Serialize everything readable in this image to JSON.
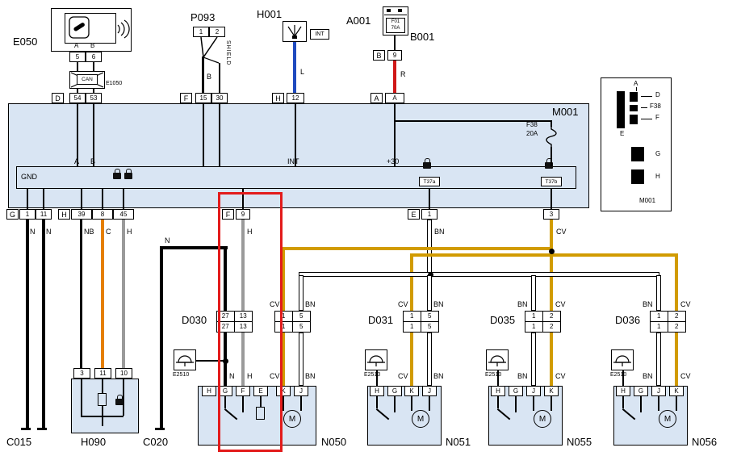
{
  "top": {
    "e050": {
      "label": "E050",
      "a": "A",
      "b": "B",
      "pin5": "5",
      "pin6": "6",
      "can": "CAN",
      "e1050": "E1050"
    },
    "d_conn": {
      "letter": "D",
      "pin54": "54",
      "pin53": "53"
    },
    "p093": {
      "label": "P093",
      "pin1": "1",
      "pin2": "2",
      "shield": "SHIELD",
      "wire_b": "B"
    },
    "f_conn_top": {
      "letter": "F",
      "pin15": "15",
      "pin30": "30"
    },
    "h001": {
      "label": "H001",
      "int": "INT",
      "wire_l": "L"
    },
    "h_conn": {
      "letter": "H",
      "pin12": "12"
    },
    "a001": {
      "label": "A001",
      "fuse1": "F01",
      "fuse2": "70A"
    },
    "b001": {
      "label": "B001"
    },
    "b_conn": {
      "letter": "B",
      "pin9": "9"
    },
    "wire_r": "R",
    "a_conn": {
      "letter": "A",
      "pinA": "A"
    }
  },
  "m001": {
    "label": "M001",
    "gnd": "GND",
    "a": "A",
    "b": "B",
    "int": "INT",
    "plus30": "+30",
    "f38": "F38",
    "f38_amp": "20A",
    "t37a": "T37a",
    "t37b": "T37b",
    "pin3": "3",
    "g_conn": {
      "letter": "G",
      "pin1": "1",
      "pin11": "11"
    },
    "h_conn": {
      "letter": "H",
      "pin39": "39",
      "pin8": "8",
      "pin45": "45"
    },
    "f_conn": {
      "letter": "F",
      "pin9": "9"
    },
    "e_conn": {
      "letter": "E",
      "pin1": "1"
    }
  },
  "legend": {
    "a": "A",
    "d": "D",
    "f38": "F38",
    "f": "F",
    "e": "E",
    "g": "G",
    "h": "H",
    "title": "M001"
  },
  "wires": {
    "n1": "N",
    "n2": "N",
    "nb": "NB",
    "c": "C",
    "h1": "H",
    "h2": "H",
    "bn": "BN",
    "cv": "CV",
    "n_c020": "N",
    "d030_above": {
      "cv": "CV",
      "bn": "BN"
    },
    "d030_below": {
      "n": "N",
      "h": "H",
      "cv": "CV",
      "bn": "BN"
    },
    "d031_above": {
      "cv": "CV",
      "bn": "BN"
    },
    "d031_below": {
      "cv": "CV",
      "bn": "BN"
    },
    "d035_above": {
      "bn": "BN",
      "cv": "CV"
    },
    "d035_below": {
      "bn": "BN",
      "cv": "CV"
    },
    "d036_above": {
      "bn": "BN",
      "cv": "CV"
    },
    "d036_below": {
      "bn": "BN",
      "cv": "CV"
    }
  },
  "bottom": {
    "c015": "C015",
    "h090": {
      "label": "H090",
      "pin3": "3",
      "pin11": "11",
      "pin10": "10"
    },
    "c020": "C020",
    "e2510": "E2510",
    "d030": {
      "label": "D030",
      "l": [
        [
          "27",
          "13"
        ],
        [
          "27",
          "13"
        ]
      ],
      "r": [
        [
          "1",
          "5"
        ],
        [
          "1",
          "5"
        ]
      ]
    },
    "d031": {
      "label": "D031",
      "cells": [
        [
          "1",
          "5"
        ],
        [
          "1",
          "5"
        ]
      ]
    },
    "d035": {
      "label": "D035",
      "cells": [
        [
          "1",
          "2"
        ],
        [
          "1",
          "2"
        ]
      ]
    },
    "d036": {
      "label": "D036",
      "cells": [
        [
          "1",
          "2"
        ],
        [
          "1",
          "2"
        ]
      ]
    },
    "n050": {
      "label": "N050",
      "pins": [
        "H",
        "G",
        "F",
        "E",
        "K",
        "J"
      ],
      "motor": "M"
    },
    "n051": {
      "label": "N051",
      "pins": [
        "H",
        "G",
        "K",
        "J"
      ],
      "motor": "M"
    },
    "n055": {
      "label": "N055",
      "pins": [
        "H",
        "G",
        "J",
        "K"
      ],
      "motor": "M"
    },
    "n056": {
      "label": "N056",
      "pins": [
        "H",
        "G",
        "J",
        "K"
      ],
      "motor": "M"
    }
  },
  "colors": {
    "module_fill": "#d9e5f3",
    "cv": "#d19b00",
    "orange": "#e57f00",
    "gray": "#9a9a9a",
    "blue": "#1f4abf",
    "red": "#d01818",
    "highlight": "#e31b1b",
    "bn": "#ffffff"
  }
}
